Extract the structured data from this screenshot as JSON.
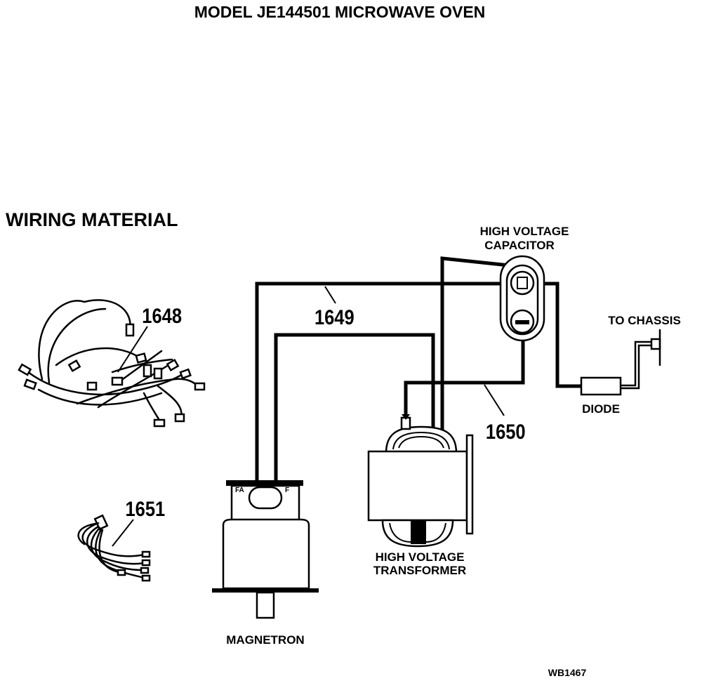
{
  "title": "MODEL JE144501 MICROWAVE OVEN",
  "section_heading": "WIRING MATERIAL",
  "parts": {
    "p1648": "1648",
    "p1649": "1649",
    "p1650": "1650",
    "p1651": "1651"
  },
  "components": {
    "capacitor_line1": "HIGH VOLTAGE",
    "capacitor_line2": "CAPACITOR",
    "transformer_line1": "HIGH VOLTAGE",
    "transformer_line2": "TRANSFORMER",
    "magnetron": "MAGNETRON",
    "diode": "DIODE",
    "chassis": "TO CHASSIS"
  },
  "terminals": {
    "fa": "FA",
    "f": "F"
  },
  "drawing_code": "WB1467"
}
